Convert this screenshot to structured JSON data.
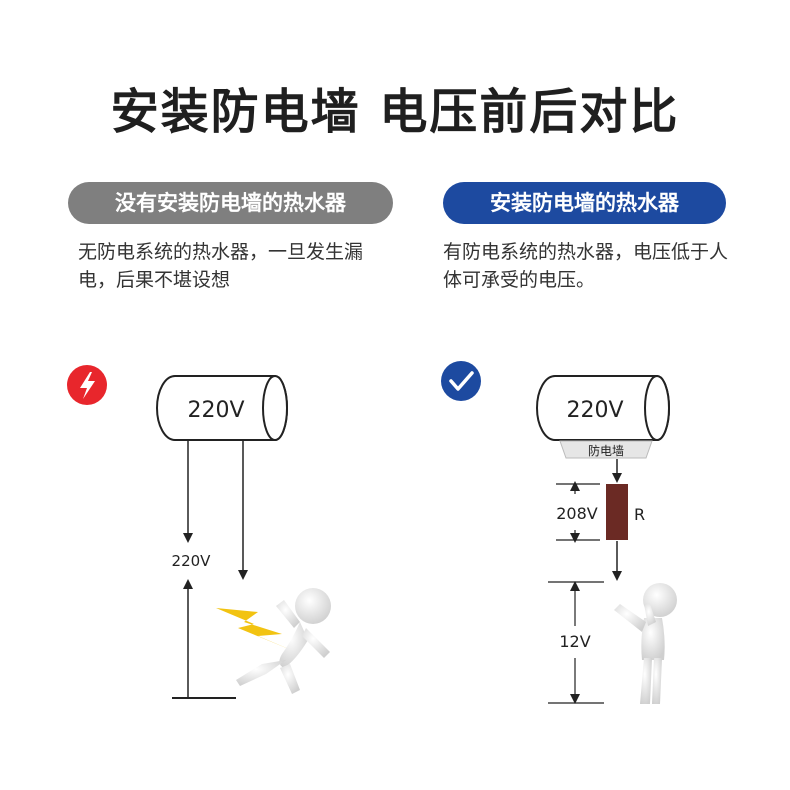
{
  "title": "安装防电墙  电压前后对比",
  "left": {
    "badge": "没有安装防电墙的热水器",
    "description": "无防电系统的热水器，一旦发生漏电，后果不堪设想",
    "heater_voltage": "220V",
    "leak_voltage": "220V",
    "icon": "lightning-icon"
  },
  "right": {
    "badge": "安装防电墙的热水器",
    "description": "有防电系统的热水器，电压低于人体可承受的电压。",
    "heater_voltage": "220V",
    "wall_label": "防电墙",
    "drop_voltage": "208V",
    "resistor_label": "R",
    "body_voltage": "12V",
    "icon": "checkmark-icon"
  },
  "colors": {
    "danger": "#e8262c",
    "safe": "#1d4aa0",
    "left_badge": "#7f7f7f",
    "resistor": "#6b2a24",
    "lightning": "#f2c311"
  }
}
